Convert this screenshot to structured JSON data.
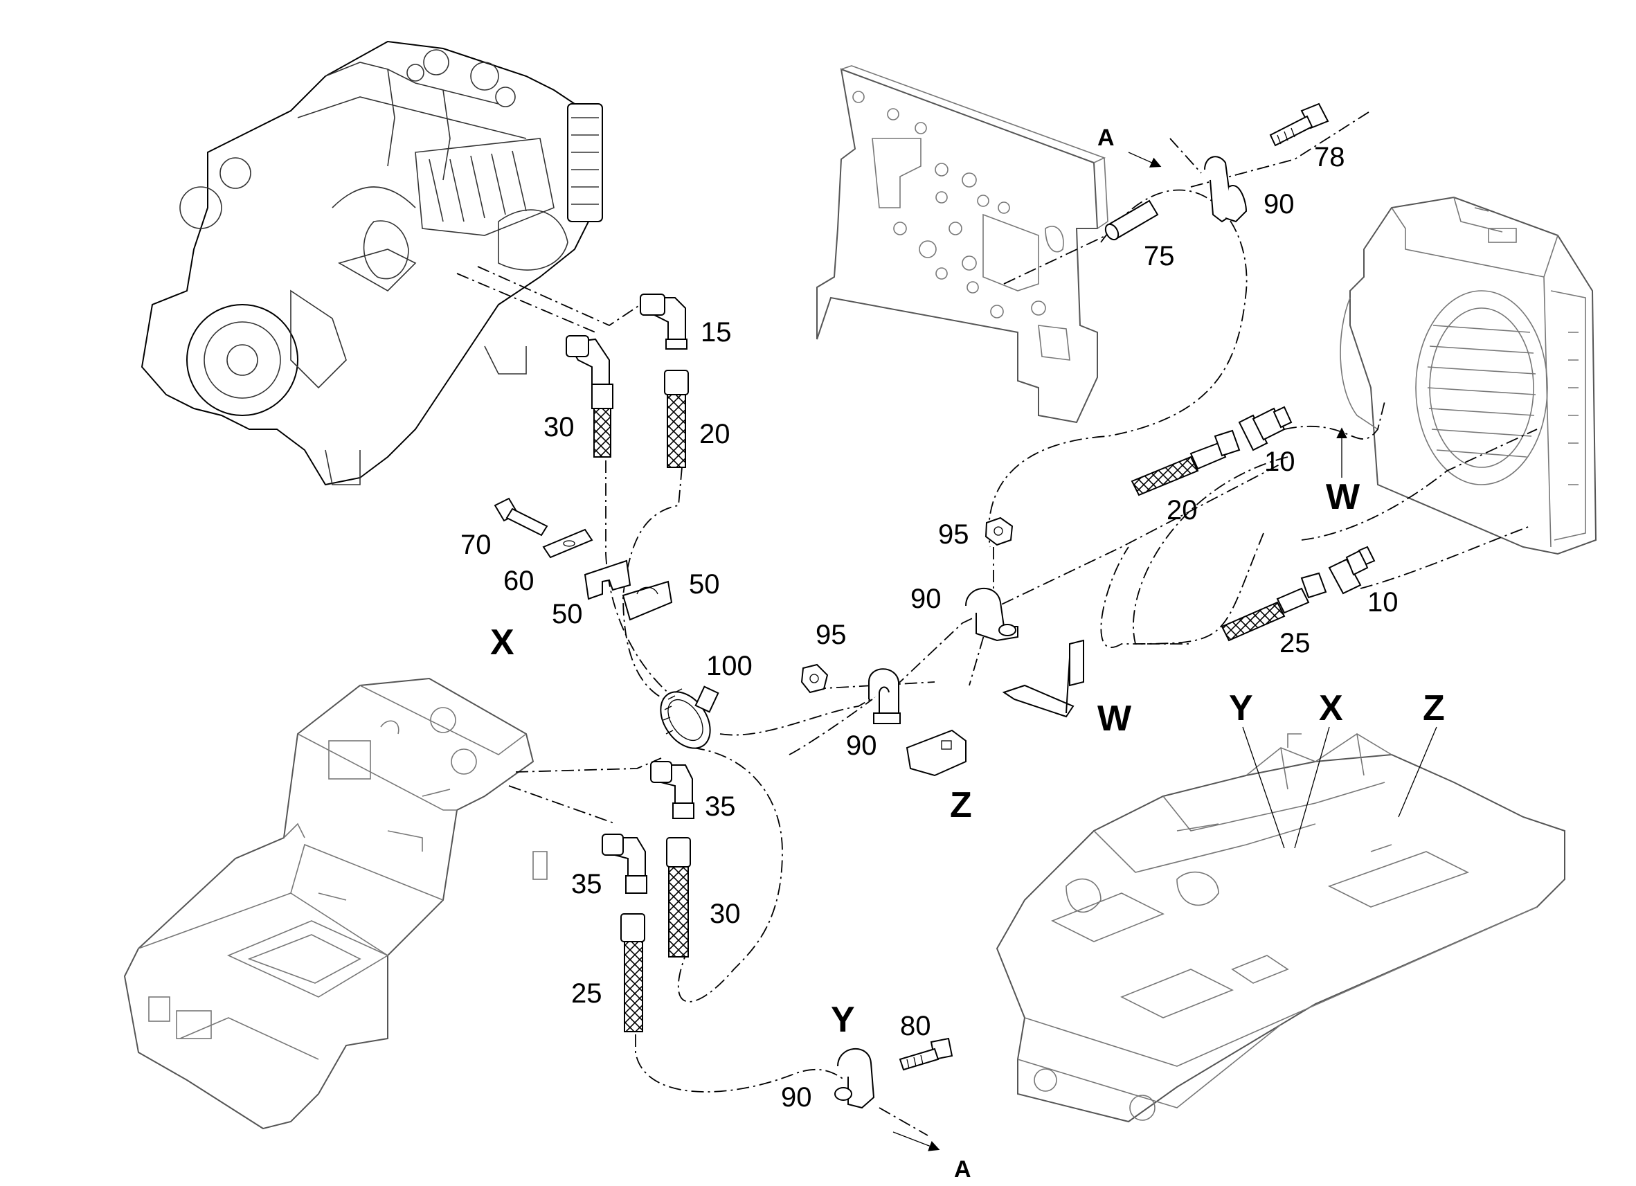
{
  "callouts": {
    "c15": "15",
    "c20a": "20",
    "c30a": "30",
    "c70": "70",
    "c60": "60",
    "c50a": "50",
    "c50b": "50",
    "c100": "100",
    "c95a": "95",
    "c90a": "90",
    "c95b": "95",
    "c90b": "90",
    "c78": "78",
    "c90c": "90",
    "c75": "75",
    "c10a": "10",
    "c20b": "20",
    "c10b": "10",
    "c25a": "25",
    "c35a": "35",
    "c35b": "35",
    "c30b": "30",
    "c25b": "25",
    "c80": "80",
    "c90d": "90"
  },
  "views": {
    "x_left": "X",
    "w_mid": "W",
    "w_right": "W",
    "z_mid": "Z",
    "y_bottom": "Y",
    "y_frame": "Y",
    "x_frame": "X",
    "z_frame": "Z"
  },
  "arrows": {
    "a_top": "A",
    "a_bottom": "A"
  }
}
